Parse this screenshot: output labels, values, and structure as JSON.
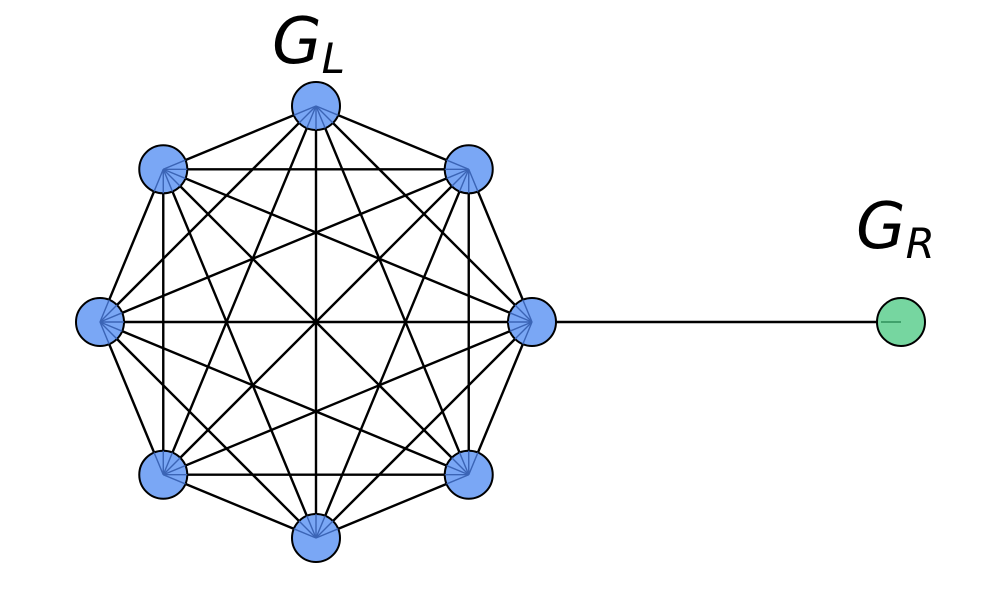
{
  "graph": {
    "left_label": {
      "main": "G",
      "sub": "L"
    },
    "right_label": {
      "main": "G",
      "sub": "R"
    },
    "left_node_count": 8,
    "left_node_color": "#7aa7f5",
    "right_node_color": "#76d6a0",
    "edge_color": "#000000",
    "node_stroke_color": "#000000"
  }
}
